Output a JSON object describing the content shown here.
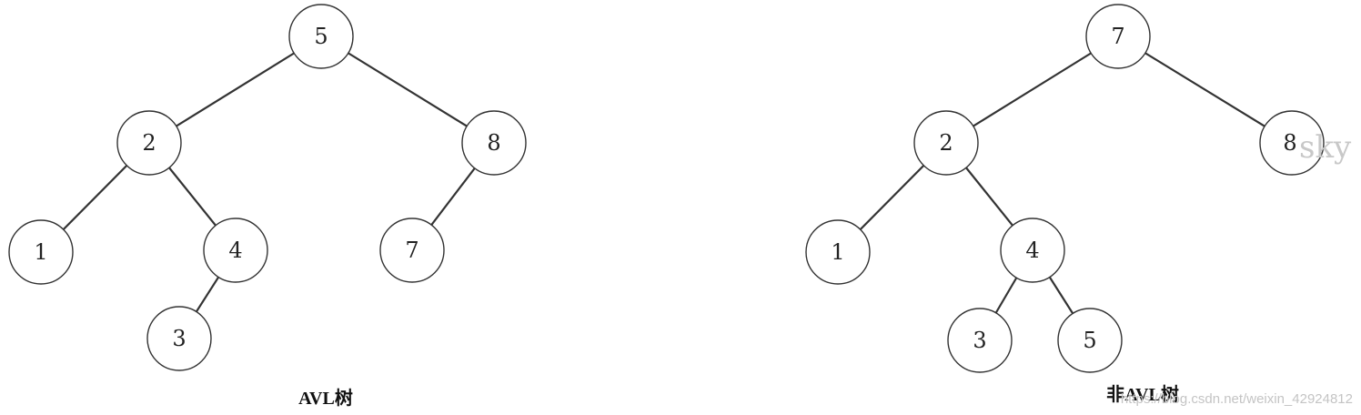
{
  "trees": [
    {
      "caption": "AVL树",
      "nodes": [
        "5",
        "2",
        "8",
        "1",
        "4",
        "7",
        "3"
      ]
    },
    {
      "caption": "非AVL树",
      "nodes": [
        "7",
        "2",
        "8",
        "1",
        "4",
        "3",
        "5"
      ]
    }
  ],
  "watermark": {
    "text": "sky",
    "url": "https://blog.csdn.net/weixin_42924812"
  }
}
